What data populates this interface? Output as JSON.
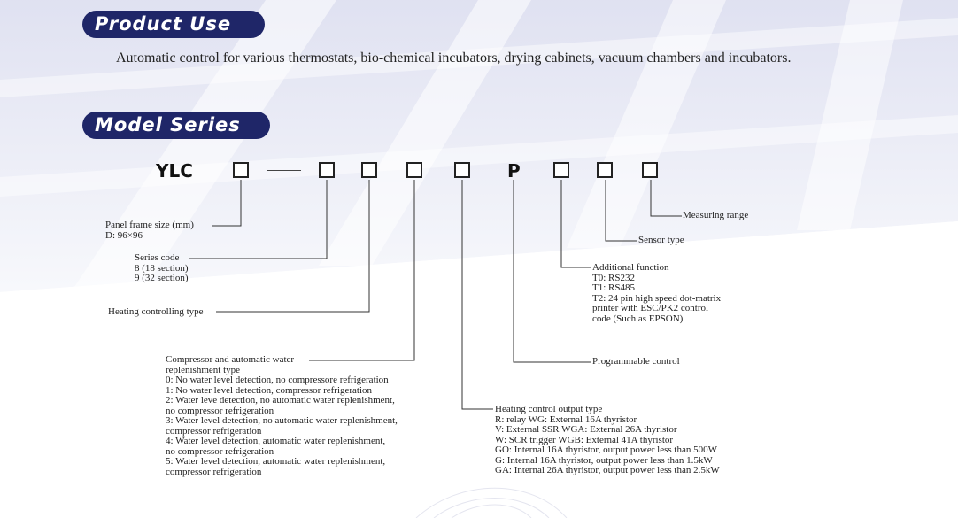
{
  "headings": {
    "product_use": "Product Use",
    "model_series": "Model Series"
  },
  "product_use_text": "Automatic control for various thermostats, bio-chemical incubators, drying cabinets, vacuum chambers and incubators.",
  "model_code": {
    "prefix": "YLC",
    "p_letter": "P"
  },
  "annotations": {
    "panel": [
      "Panel frame size (mm)",
      "D: 96×96"
    ],
    "series": [
      "Series code",
      "8 (18 section)",
      "9 (32 section)"
    ],
    "heating_type": [
      "Heating controlling type"
    ],
    "compressor": [
      "Compressor and automatic water",
      "replenishment type",
      "0: No water level detection, no compressore refrigeration",
      "1: No water level detection, compressor refrigeration",
      "2: Water leve detection, no automatic water replenishment,",
      "no compressor refrigeration",
      "3: Water level detection, no automatic water replenishment,",
      "compressor refrigeration",
      "4: Water level detection, automatic water replenishment,",
      "no compressor refrigeration",
      "5: Water level detection, automatic water replenishment,",
      "compressor refrigeration"
    ],
    "output_type": [
      "Heating control output type",
      "R: relay WG: External 16A thyristor",
      "V: External SSR WGA: External 26A thyristor",
      "W: SCR trigger WGB: External 41A thyristor",
      "GO: Internal 16A thyristor, output power less than 500W",
      "G: Internal 16A thyristor, output power less than 1.5kW",
      "GA: Internal 26A thyristor, output power less than 2.5kW"
    ],
    "programmable": [
      "Programmable control"
    ],
    "additional": [
      "Additional function",
      "T0: RS232",
      "T1: RS485",
      "T2: 24 pin high speed dot-matrix",
      "printer with ESC/PK2 control",
      "code (Such as EPSON)"
    ],
    "sensor": [
      "Sensor type"
    ],
    "measuring": [
      "Measuring range"
    ]
  },
  "colors": {
    "pill_bg": "#1f2668",
    "pill_text": "#ffffff",
    "bg_stripe": "#c9cbe6"
  }
}
